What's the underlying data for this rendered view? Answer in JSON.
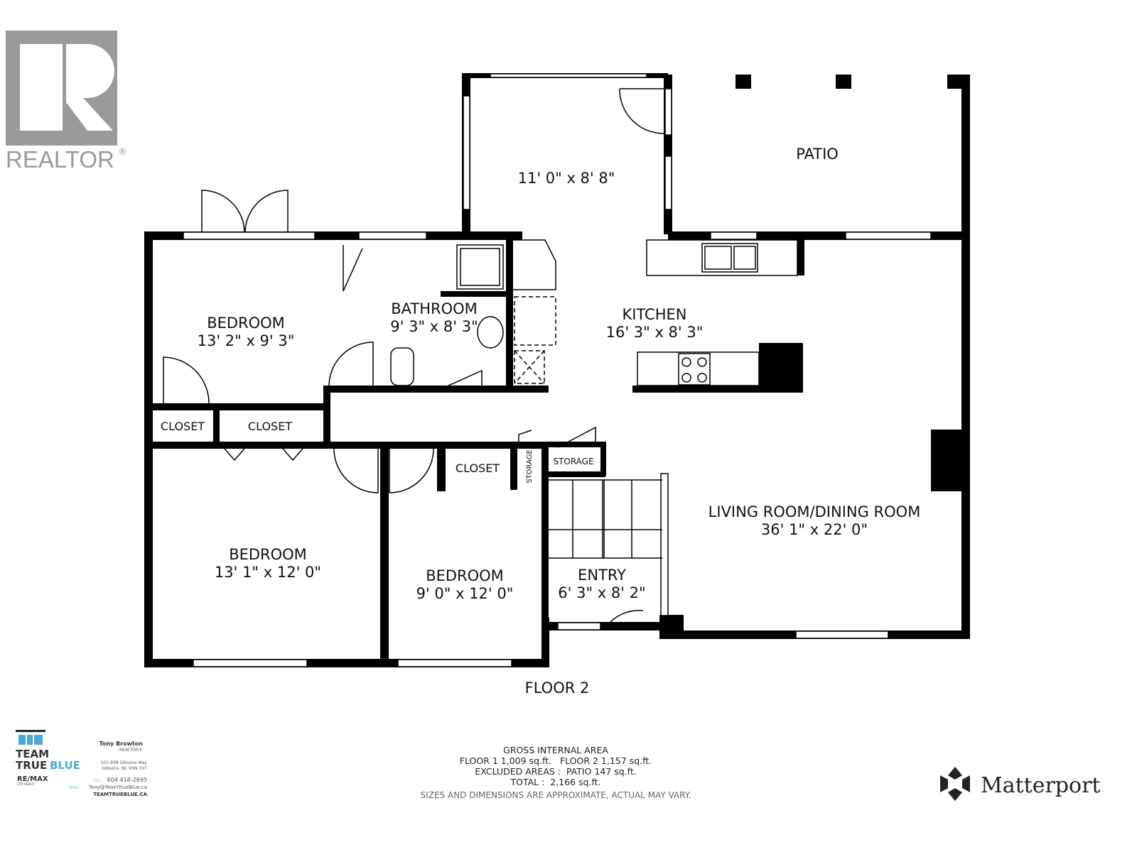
{
  "realtor_logo": {
    "text": "REALTOR",
    "mark": "®",
    "color": "#9a9a9a"
  },
  "floor_label": "FLOOR 2",
  "rooms": {
    "sunroom": {
      "dims": "11' 0\" x 8' 8\""
    },
    "patio": {
      "name": "PATIO"
    },
    "bedroom1": {
      "name": "BEDROOM",
      "dims": "13' 2\" x 9' 3\""
    },
    "bathroom": {
      "name": "BATHROOM",
      "dims": "9' 3\" x 8' 3\""
    },
    "kitchen": {
      "name": "KITCHEN",
      "dims": "16' 3\" x 8' 3\""
    },
    "closet1": {
      "name": "CLOSET"
    },
    "closet2": {
      "name": "CLOSET"
    },
    "closet3": {
      "name": "CLOSET"
    },
    "storage_small": {
      "name": "STORAGE"
    },
    "storage": {
      "name": "STORAGE"
    },
    "bedroom2": {
      "name": "BEDROOM",
      "dims": "13' 1\" x 12' 0\""
    },
    "bedroom3": {
      "name": "BEDROOM",
      "dims": "9' 0\" x 12' 0\""
    },
    "entry": {
      "name": "ENTRY",
      "dims": "6' 3\" x 8' 2\""
    },
    "living": {
      "name": "LIVING ROOM/DINING ROOM",
      "dims": "36' 1\" x 22' 0\""
    }
  },
  "area_summary": {
    "heading": "GROSS INTERNAL AREA",
    "floors": "FLOOR 1 1,009 sq.ft.   FLOOR 2 1,157 sq.ft.",
    "excluded": "EXCLUDED AREAS :  PATIO 147 sq.ft.",
    "total": "TOTAL :  2,166 sq.ft.",
    "disclaimer": "SIZES AND DIMENSIONS ARE APPROXIMATE, ACTUAL MAY VARY."
  },
  "agent_card": {
    "team_line1": "TEAM",
    "team_line2a": "TRUE",
    "team_line2b": "BLUE",
    "brokerage": "RE/MAX",
    "brokerage_sub": "CITY REALTY",
    "name": "Tony Browton",
    "title": "REALTOR®",
    "address1": "101-938 Gibsons Way",
    "address2": "Gibsons, BC V0N 1V7",
    "cell_label": "CELL",
    "cell": "604 418-2695",
    "email_label": "EMAIL",
    "email": "Tony@TeamTrueBlue.ca",
    "website": "TEAMTRUEBLUE.CA",
    "accent": "#4fa8dc"
  },
  "matterport": {
    "text": "Matterport"
  }
}
